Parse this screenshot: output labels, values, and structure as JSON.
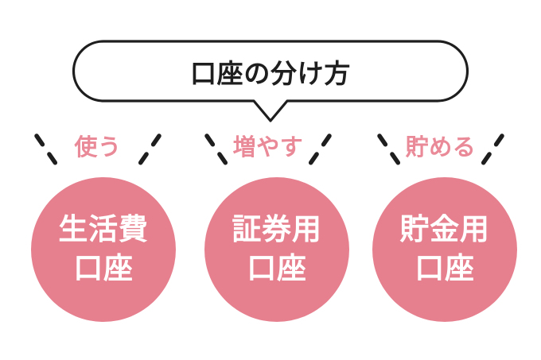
{
  "title": "口座の分け方",
  "accounts": [
    {
      "action": "使う",
      "name_line1": "生活費",
      "name_line2": "口座"
    },
    {
      "action": "増やす",
      "name_line1": "証券用",
      "name_line2": "口座"
    },
    {
      "action": "貯める",
      "name_line1": "貯金用",
      "name_line2": "口座"
    }
  ],
  "colors": {
    "circle_pink": "#e6808f",
    "label_pink": "#ea8a98",
    "ink_black": "#1e1e1e",
    "background": "#ffffff"
  }
}
